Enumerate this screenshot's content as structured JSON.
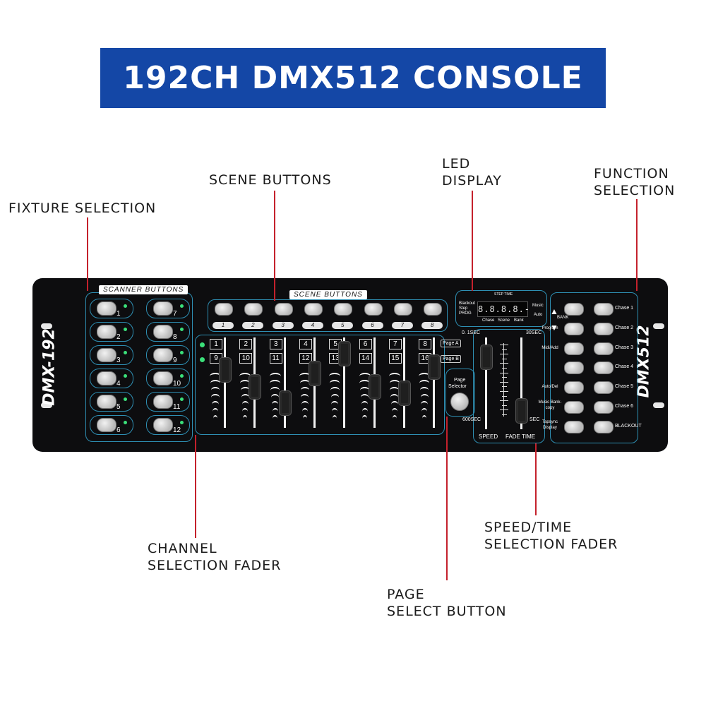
{
  "title": "192CH DMX512 CONSOLE",
  "colors": {
    "banner": "#1447a6",
    "leader": "#c4212c",
    "panel_outline": "#2e8fb3",
    "led": "#3be07a"
  },
  "callouts": {
    "fixture": "FIXTURE SELECTION",
    "scene": "SCENE BUTTONS",
    "led_line1": "LED",
    "led_line2": "DISPLAY",
    "function_line1": "FUNCTION",
    "function_line2": "SELECTION",
    "channel_line1": "CHANNEL",
    "channel_line2": "SELECTION FADER",
    "page_line1": "PAGE",
    "page_line2": "SELECT BUTTON",
    "speed_line1": "SPEED/TIME",
    "speed_line2": "SELECTION FADER"
  },
  "console": {
    "brand_left": "DMX-192",
    "brand_right": "DMX512",
    "scanner_title": "SCANNER BUTTONS",
    "scanner_numbers": [
      "1",
      "7",
      "2",
      "8",
      "3",
      "9",
      "4",
      "10",
      "5",
      "11",
      "6",
      "12"
    ],
    "scene_title": "SCENE BUTTONS",
    "scene_numbers": [
      "1",
      "2",
      "3",
      "4",
      "5",
      "6",
      "7",
      "8"
    ],
    "channels_top": [
      "1",
      "2",
      "3",
      "4",
      "5",
      "6",
      "7",
      "8"
    ],
    "channels_bottom": [
      "9",
      "10",
      "11",
      "12",
      "13",
      "14",
      "15",
      "16"
    ],
    "fader_levels": [
      0.7,
      0.45,
      0.2,
      0.65,
      0.95,
      0.45,
      0.35,
      0.75
    ],
    "page_a": "Page A",
    "page_b": "Page B",
    "page_selector_line1": "Page",
    "page_selector_line2": "Selector",
    "lcd": {
      "step_time": "STEP TIME",
      "left_modes": [
        "Blackout",
        "Step",
        "PROG"
      ],
      "right_modes": [
        "Music",
        "Auto"
      ],
      "digits": "8.8.8.8.-",
      "bottom_modes": [
        "Chase",
        "Scene",
        "Bank"
      ]
    },
    "speed": {
      "top_left": "0. 1SEC",
      "top_right": "30SEC",
      "bottom_left": "600SEC",
      "bottom_right": "SEC",
      "label_speed": "SPEED",
      "label_fade": "FADE TIME",
      "speed_level": 0.9,
      "fade_level": 0.1
    },
    "bank_label": "BANK",
    "functions": [
      "Program",
      "Midi/Add",
      "Auto/Del",
      "Music Bank-copy",
      "Tapsync Display"
    ],
    "chases": [
      "Chase 1",
      "Chase 2",
      "Chase 3",
      "Chase 4",
      "Chase 5",
      "Chase 6",
      "BLACKOUT"
    ]
  }
}
